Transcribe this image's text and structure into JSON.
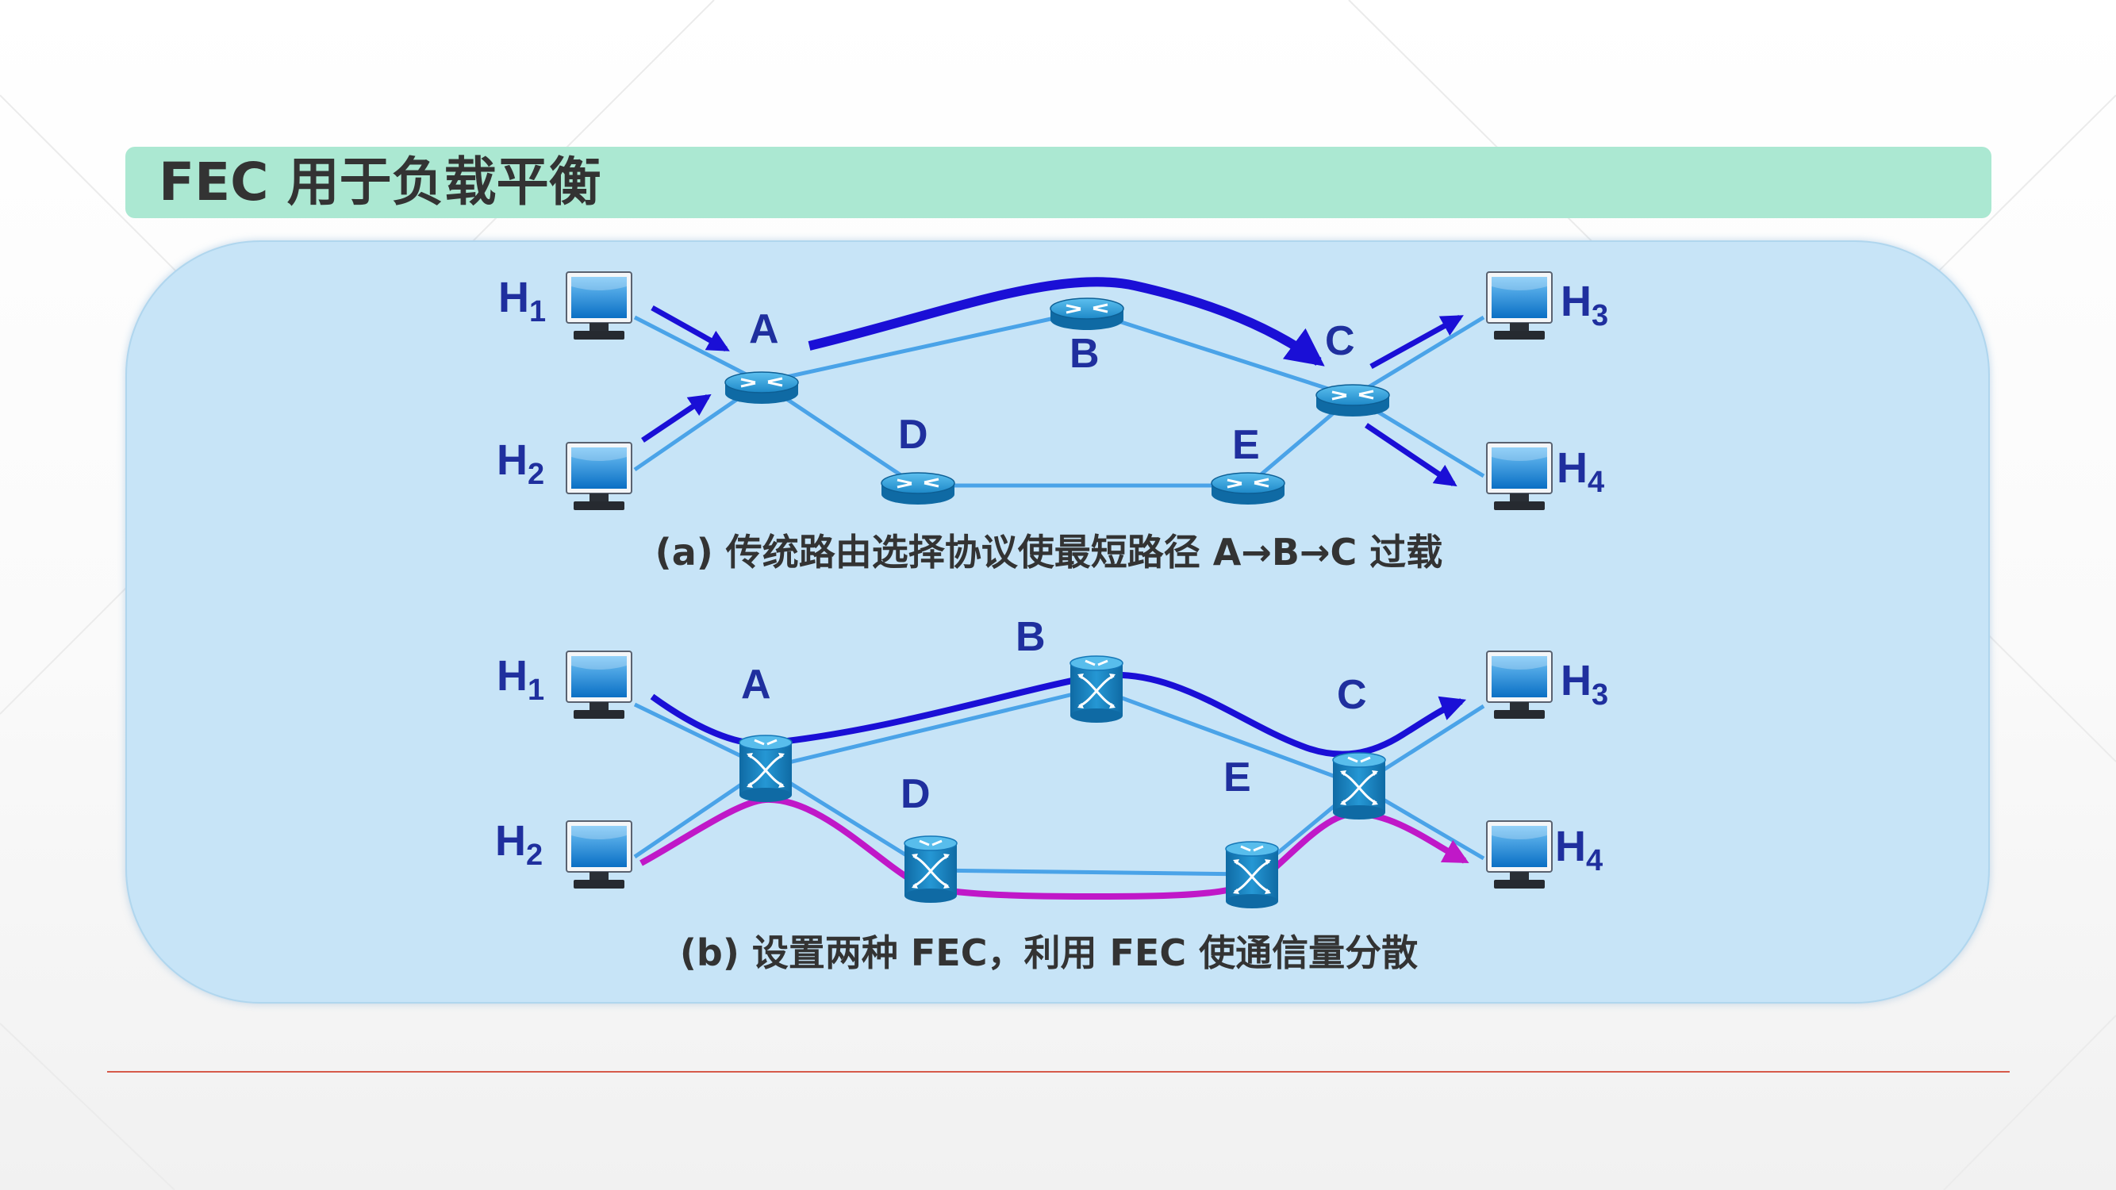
{
  "slide": {
    "title": "FEC 用于负载平衡"
  },
  "diagram_a": {
    "caption": "(a) 传统路由选择协议使最短路径 A→B→C 过载",
    "nodes": [
      "A",
      "B",
      "C",
      "D",
      "E"
    ]
  },
  "diagram_b": {
    "caption": "(b) 设置两种 FEC，利用 FEC 使通信量分散",
    "nodes": [
      "A",
      "B",
      "C",
      "D",
      "E"
    ]
  },
  "hosts": [
    {
      "letter": "H",
      "sub": "1"
    },
    {
      "letter": "H",
      "sub": "2"
    },
    {
      "letter": "H",
      "sub": "3"
    },
    {
      "letter": "H",
      "sub": "4"
    }
  ],
  "colors": {
    "title_bar": "#abe8d2",
    "panel": "#c7e4f7",
    "link": "#4aa3e8",
    "flow_blue": "#1a0fd6",
    "flow_magenta": "#c018c8",
    "label": "#1f2f9e",
    "caption": "#333333",
    "footer_rule": "#d65a4a"
  },
  "icons": [
    "computer-icon",
    "router-icon",
    "mpls-switch-icon"
  ]
}
